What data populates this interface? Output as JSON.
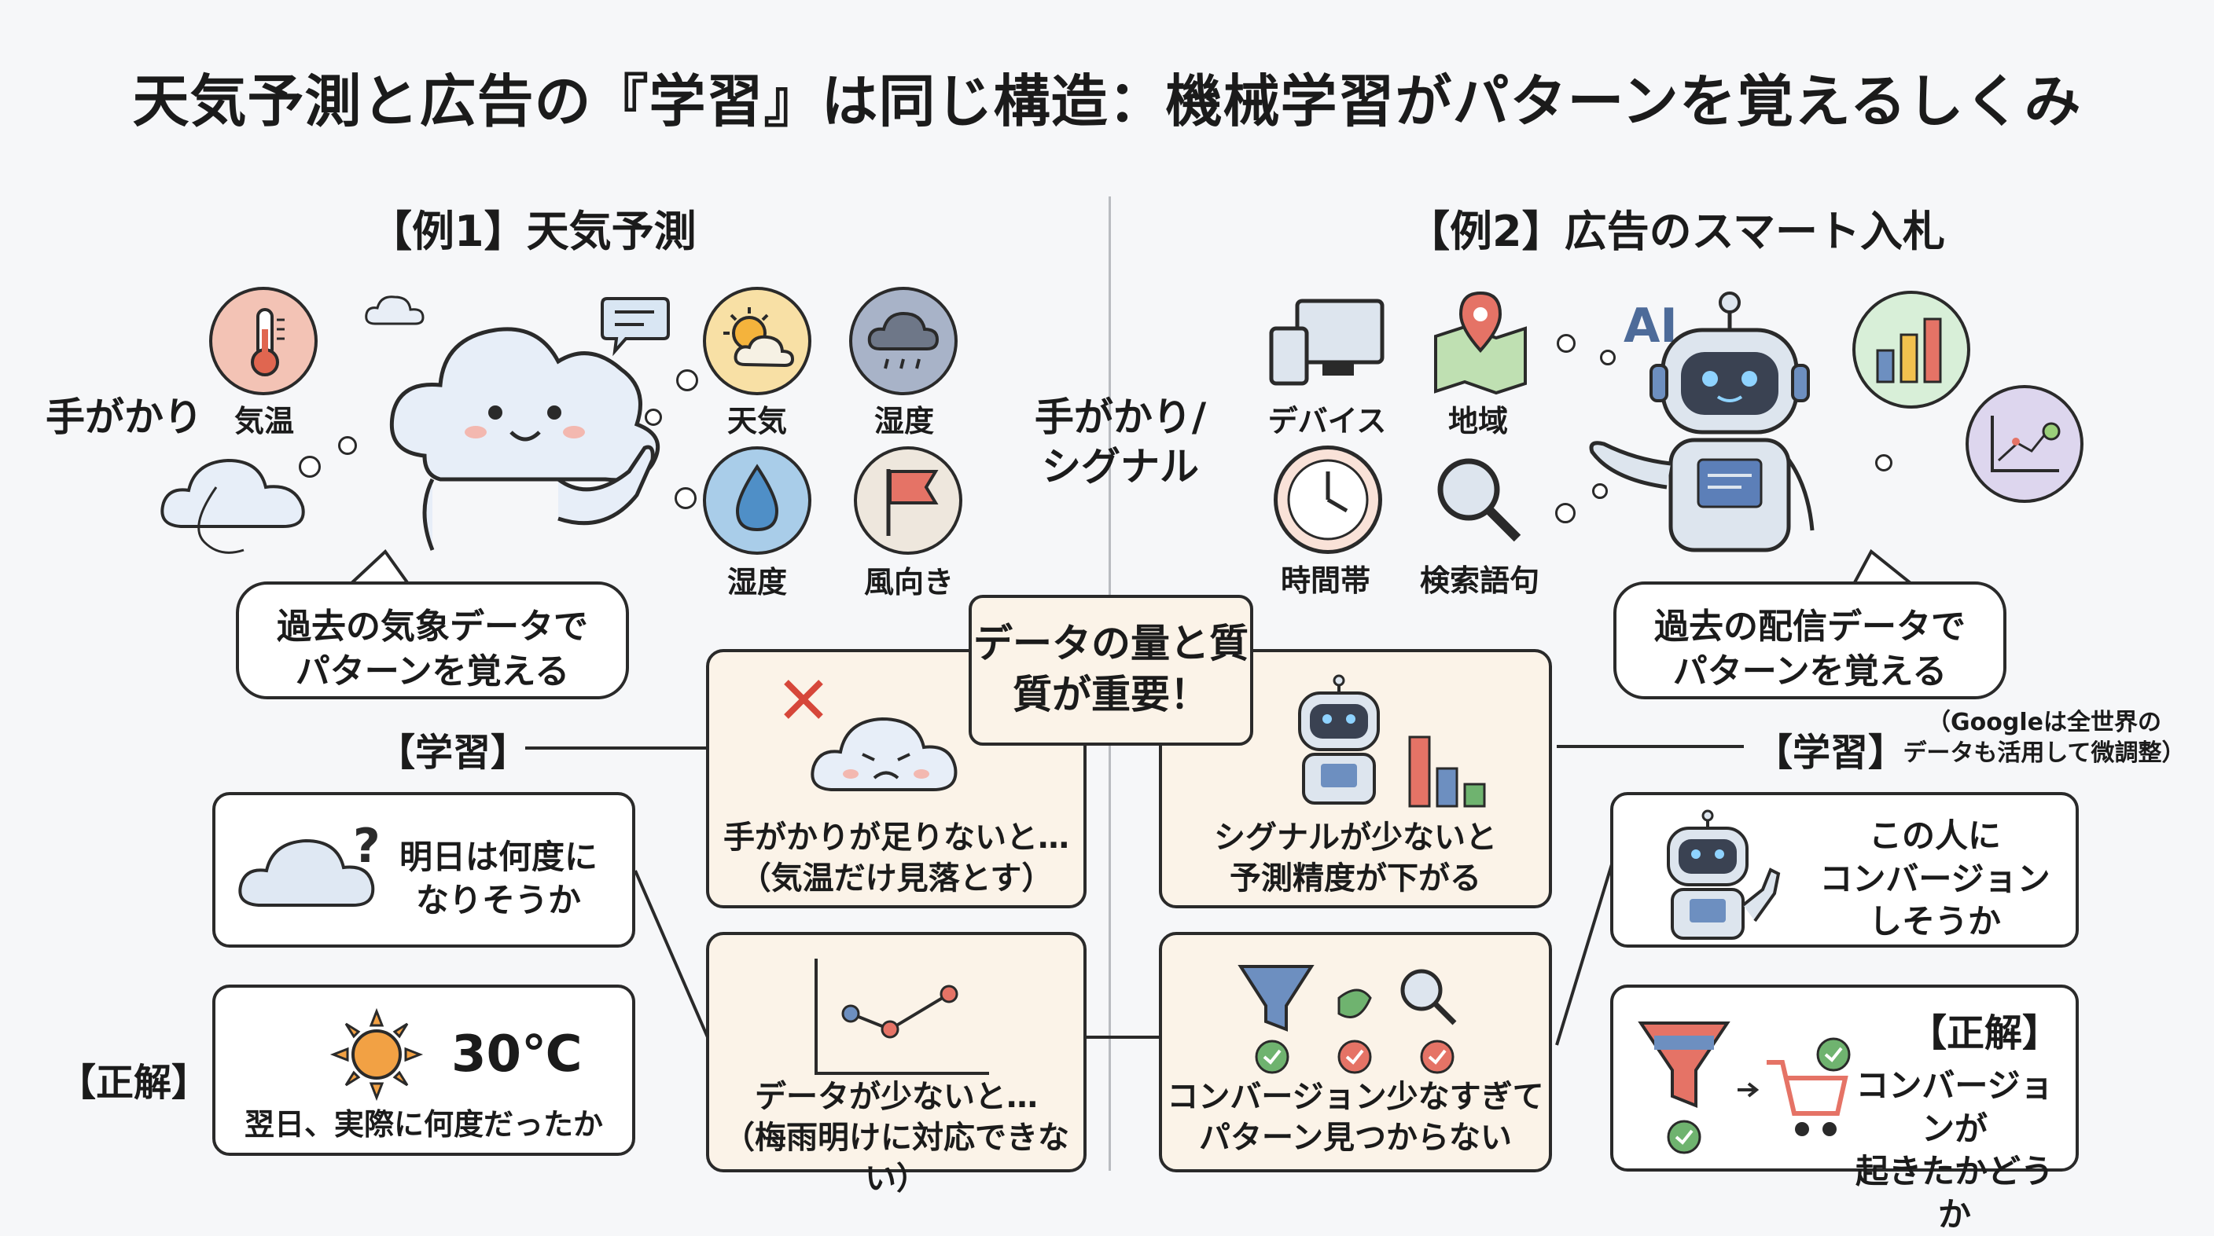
{
  "title": "天気予測と広告の『学習』は同じ構造：機械学習がパターンを覚えるしくみ",
  "weather": {
    "heading": "【例1】天気予測",
    "clue_label": "手がかり",
    "icons": {
      "temp": "気温",
      "weather": "天気",
      "humidity": "湿度",
      "humidity2": "湿度",
      "wind": "風向き"
    },
    "bubble": "過去の気象データで\nパターンを覚える",
    "learning_label": "【学習】",
    "answer_label": "【正解】",
    "question_box": "明日は何度に\nなりそうか",
    "temp_value": "30℃",
    "answer_box": "翌日、実際に何度だったか"
  },
  "ads": {
    "heading": "【例2】広告のスマート入札",
    "clue_label": "手がかり/\nシグナル",
    "ai_label": "AI",
    "icons": {
      "device": "デバイス",
      "region": "地域",
      "time": "時間帯",
      "search": "検索語句"
    },
    "bubble": "過去の配信データで\nパターンを覚える",
    "learning_label": "【学習】",
    "google_note": "（Googleは全世界の\nデータも活用して微調整）",
    "question_box": "この人に\nコンバージョン\nしそうか",
    "answer_label": "【正解】",
    "answer_box": "コンバージョンが\n起きたかどうか"
  },
  "center": {
    "title": "データの量と質\n質が重要！",
    "box1": "手がかりが足りないと…\n（気温だけ見落とす）",
    "box2": "シグナルが少ないと\n予測精度が下がる",
    "box3": "データが少ないと…\n（梅雨明けに対応できない）",
    "box4": "コンバージョン少なすぎて\nパターン見つからない"
  },
  "colors": {
    "thermo": "#f3c3b5",
    "sun": "#f8e0a5",
    "rain": "#a8b3c8",
    "drop": "#a9cde9",
    "flag": "#eee7dd",
    "cream": "#fbf3e8",
    "robot": "#dde5ee",
    "red": "#e57366",
    "green": "#6fb36f",
    "orange": "#f2a144"
  }
}
